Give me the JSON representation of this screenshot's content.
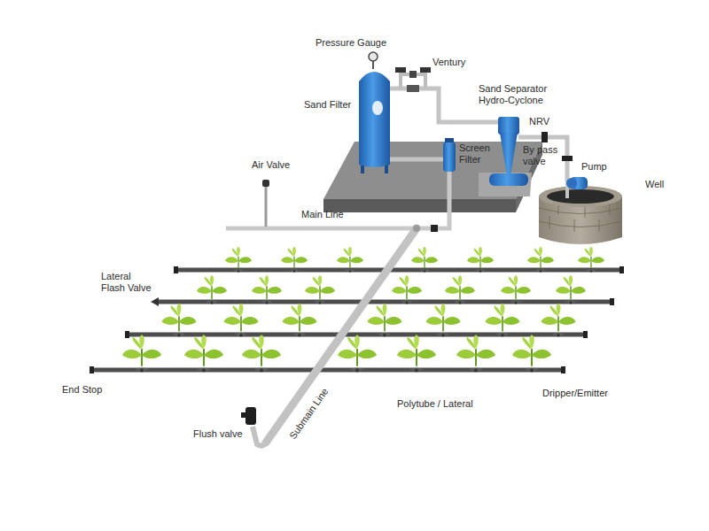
{
  "diagram": {
    "labels": [
      "Pressure Gauge",
      "Ventury",
      "Sand Filter",
      "Sand Separator Hydro-Cyclone",
      "NRV",
      "By pass valve",
      "Pump",
      "Well",
      "Screen Filter",
      "Air Valve",
      "Main Line",
      "Lateral Flash Valve",
      "End Stop",
      "Flush valve",
      "Submain Line",
      "Polytube / Lateral",
      "Dripper/Emitter"
    ]
  }
}
